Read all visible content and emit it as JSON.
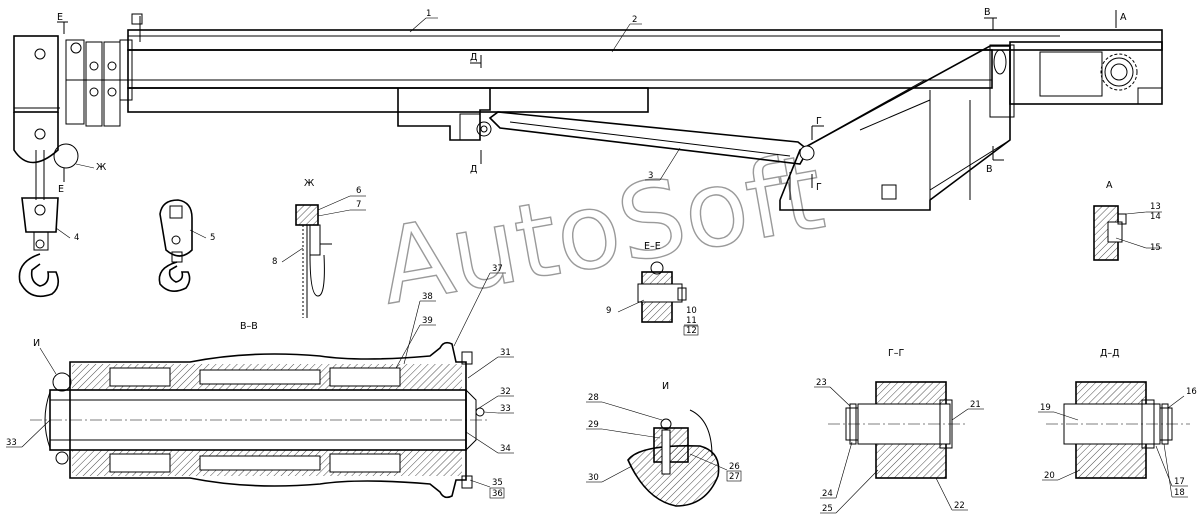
{
  "sections": {
    "e_top": "Е",
    "e_bot": "Е",
    "v_top": "В",
    "v_bot": "В",
    "a_arrow": "А",
    "d_top": "Д",
    "d_bot": "Д",
    "g_top": "Г",
    "g_bot": "Г",
    "zh_callout": "Ж",
    "zh_title": "Ж",
    "ee_title": "Е–Е",
    "a_title": "А",
    "vv_title": "В–В",
    "i_callout": "И",
    "i_title": "И",
    "gg_title": "Г–Г",
    "dd_title": "Д–Д"
  },
  "callouts": {
    "p1": "1",
    "p2": "2",
    "p3": "3",
    "p4": "4",
    "p5": "5",
    "p6": "6",
    "p7": "7",
    "p8": "8",
    "p9": "9",
    "p10": "10",
    "p11": "11",
    "p12": "12",
    "p13": "13",
    "p14": "14",
    "p15": "15",
    "p16": "16",
    "p17": "17",
    "p18": "18",
    "p19": "19",
    "p20": "20",
    "p21": "21",
    "p22": "22",
    "p23": "23",
    "p24": "24",
    "p25": "25",
    "p26": "26",
    "p27": "27",
    "p28": "28",
    "p29": "29",
    "p30": "30",
    "p31": "31",
    "p32": "32",
    "p33a": "33",
    "p33b": "33",
    "p34": "34",
    "p35": "35",
    "p36": "36",
    "p37": "37",
    "p38": "38",
    "p39": "39"
  },
  "watermark": "AutoSoft"
}
